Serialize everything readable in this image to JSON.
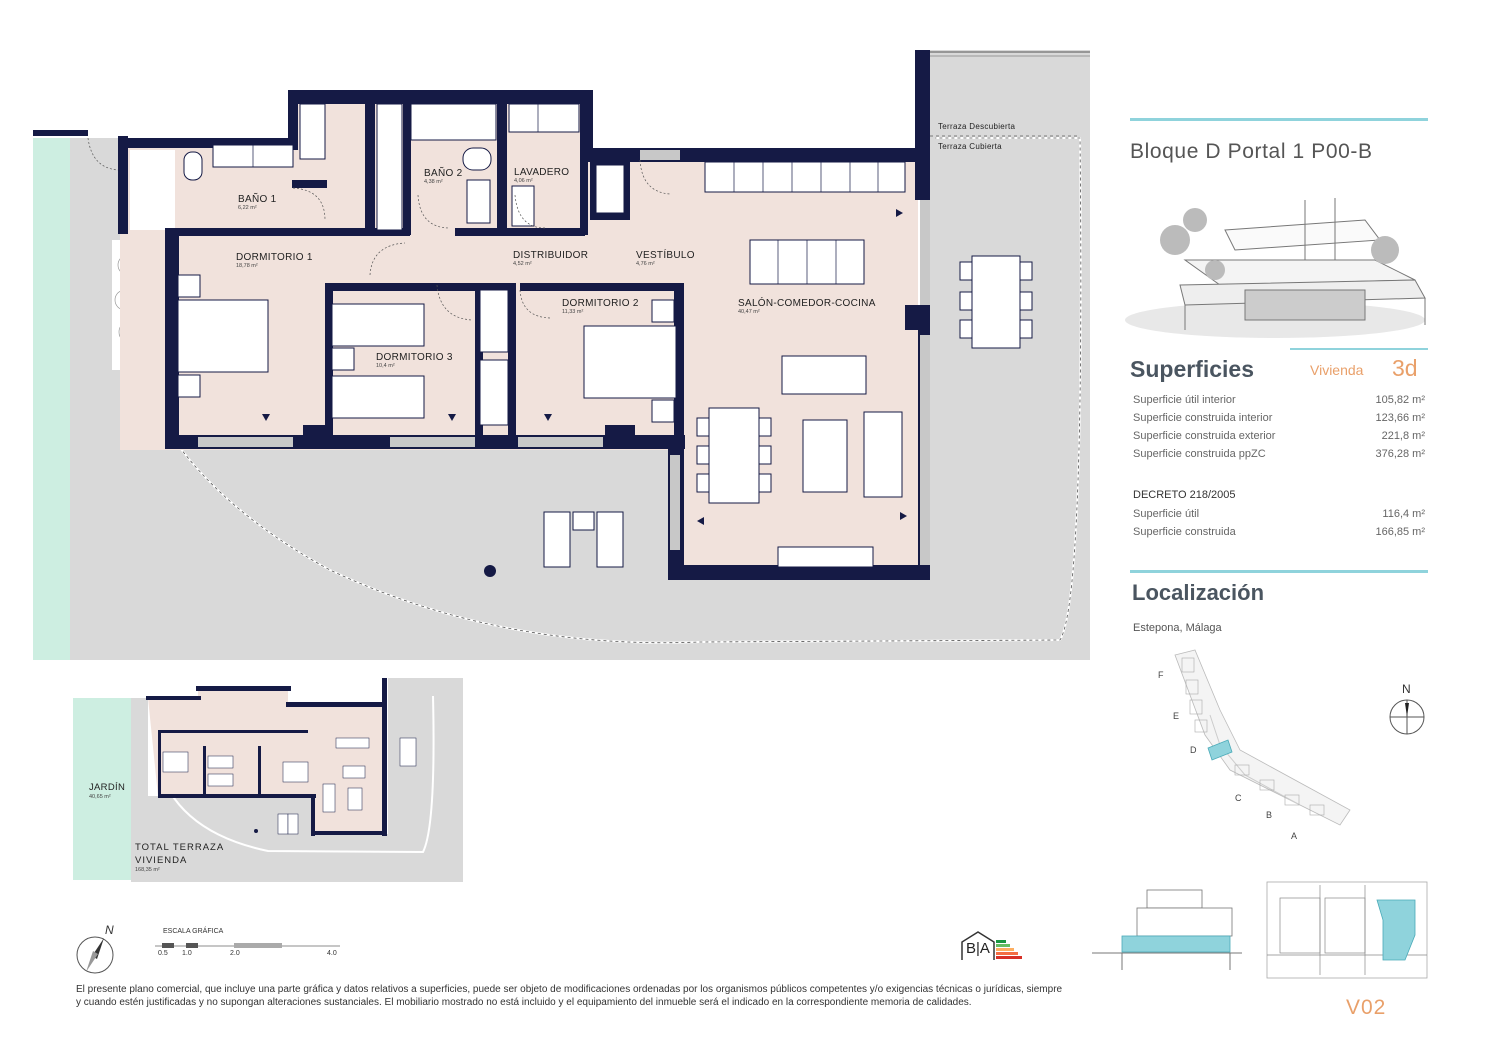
{
  "header": {
    "title": "Bloque D Portal 1 P00-B"
  },
  "plan": {
    "terrace_uncovered": "Terraza Descubierta",
    "terrace_covered": "Terraza Cubierta",
    "rooms": [
      {
        "id": "bano1",
        "name": "BAÑO 1",
        "area": "6,22 m²"
      },
      {
        "id": "bano2",
        "name": "BAÑO 2",
        "area": "4,38 m²"
      },
      {
        "id": "lavadero",
        "name": "LAVADERO",
        "area": "4,06 m²"
      },
      {
        "id": "dormitorio1",
        "name": "DORMITORIO 1",
        "area": "18,78 m²"
      },
      {
        "id": "distribuidor",
        "name": "DISTRIBUIDOR",
        "area": "4,52 m²"
      },
      {
        "id": "vestibulo",
        "name": "VESTÍBULO",
        "area": "4,76 m²"
      },
      {
        "id": "dormitorio2",
        "name": "DORMITORIO 2",
        "area": "11,33 m²"
      },
      {
        "id": "dormitorio3",
        "name": "DORMITORIO 3",
        "area": "10,4 m²"
      },
      {
        "id": "salon",
        "name": "SALÓN-COMEDOR-COCINA",
        "area": "40,47 m²"
      }
    ]
  },
  "mini_plan": {
    "garden_label": "JARDÍN",
    "garden_area": "40,65 m²",
    "terrace_label_1": "TOTAL TERRAZA",
    "terrace_label_2": "VIVIENDA",
    "terrace_area": "168,35 m²"
  },
  "scale": {
    "label": "ESCALA GRÁFICA",
    "ticks": [
      "0.5",
      "1.0",
      "2.0",
      "4.0"
    ],
    "north": "N"
  },
  "energy_logo": "B|A",
  "superficies": {
    "heading": "Superficies",
    "vivienda_label": "Vivienda",
    "vivienda_code": "3d",
    "rows": [
      {
        "label": "Superficie útil interior",
        "value": "105,82 m²"
      },
      {
        "label": "Superficie construida interior",
        "value": "123,66 m²"
      },
      {
        "label": "Superficie construida exterior",
        "value": "221,8 m²"
      },
      {
        "label": "Superficie construida ppZC",
        "value": "376,28 m²"
      }
    ],
    "decreto_heading": "DECRETO 218/2005",
    "decreto_rows": [
      {
        "label": "Superficie útil",
        "value": "116,4 m²"
      },
      {
        "label": "Superficie construida",
        "value": "166,85 m²"
      }
    ]
  },
  "localizacion": {
    "heading": "Localización",
    "place": "Estepona, Málaga",
    "blocks": [
      "F",
      "E",
      "D",
      "C",
      "B",
      "A"
    ],
    "north": "N"
  },
  "footer": {
    "disclaimer": "El presente plano comercial, que incluye una parte gráfica y datos relativos a superficies, puede ser objeto de modificaciones ordenadas por los organismos públicos competentes y/o exigencias técnicas o jurídicas, siempre y cuando estén justificadas y no supongan alteraciones sustanciales. El mobiliario mostrado no está incluido y el equipamiento del inmueble será el indicado en la correspondiente memoria de calidades.",
    "code": "V02"
  },
  "colors": {
    "wall": "#151a45",
    "floor": "#f1e2dc",
    "terrace": "#d9d9d9",
    "garden": "#cdeee1",
    "teal": "#8fd3dc",
    "orange": "#e9a06a"
  }
}
